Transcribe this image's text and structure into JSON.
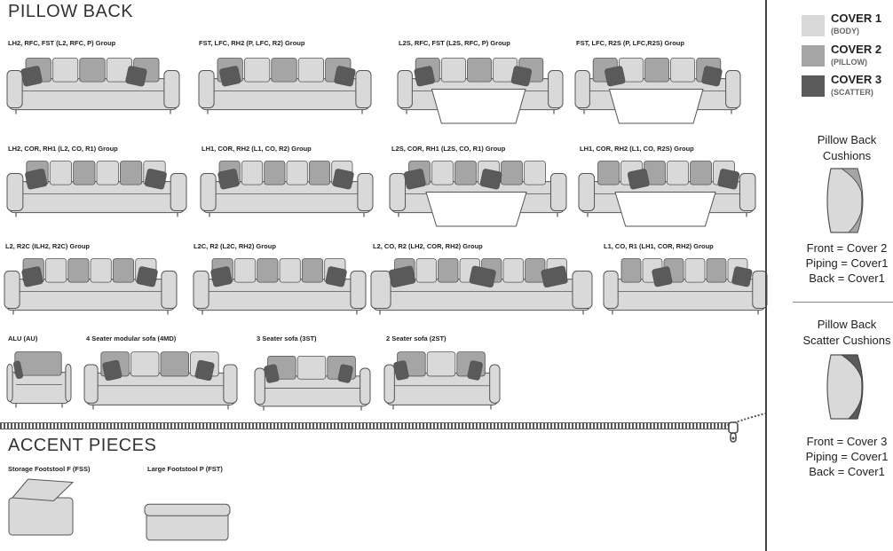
{
  "colors": {
    "cover1": "#d9d9d9",
    "cover2": "#a5a5a5",
    "cover3": "#5a5a5a",
    "outline": "#555555"
  },
  "sections": {
    "pillow_back": "PILLOW BACK",
    "accent": "ACCENT PIECES"
  },
  "groups": [
    "LH2, RFC, FST (L2, RFC, P) Group",
    "FST, LFC, RH2 (P, LFC, R2) Group",
    "L2S, RFC, FST (L2S, RFC, P) Group",
    "FST, LFC, R2S (P, LFC,R2S) Group",
    "LH2, COR, RH1 (L2, CO, R1) Group",
    "LH1, COR, RH2 (L1, CO, R2) Group",
    "L2S, COR, RH1 (L2S, CO, R1) Group",
    "LH1, COR, RH2 (L1, CO, R2S) Group",
    "L2, R2C (ILH2, R2C) Group",
    "L2C, R2 (L2C, RH2) Group",
    "L2, CO, R2 (LH2, COR, RH2) Group",
    "L1, CO, R1 (LH1, COR, RH2) Group",
    "ALU (AU)",
    "4 Seater modular sofa (4MD)",
    "3 Seater sofa (3ST)",
    "2 Seater sofa (2ST)"
  ],
  "accent_items": [
    "Storage Footstool F (FSS)",
    "Large Footstool P (FST)"
  ],
  "legend": [
    {
      "name": "COVER 1",
      "sub": "(BODY)"
    },
    {
      "name": "COVER 2",
      "sub": "(PILLOW)"
    },
    {
      "name": "COVER 3",
      "sub": "(SCATTER)"
    }
  ],
  "pillow_back_cushions": {
    "title1": "Pillow Back",
    "title2": "Cushions",
    "front": "Front = Cover 2",
    "piping": "Piping = Cover1",
    "back": "Back = Cover1"
  },
  "scatter_cushions": {
    "title1": "Pillow Back",
    "title2": "Scatter Cushions",
    "front": "Front = Cover 3",
    "piping": "Piping = Cover1",
    "back": "Back = Cover1"
  }
}
